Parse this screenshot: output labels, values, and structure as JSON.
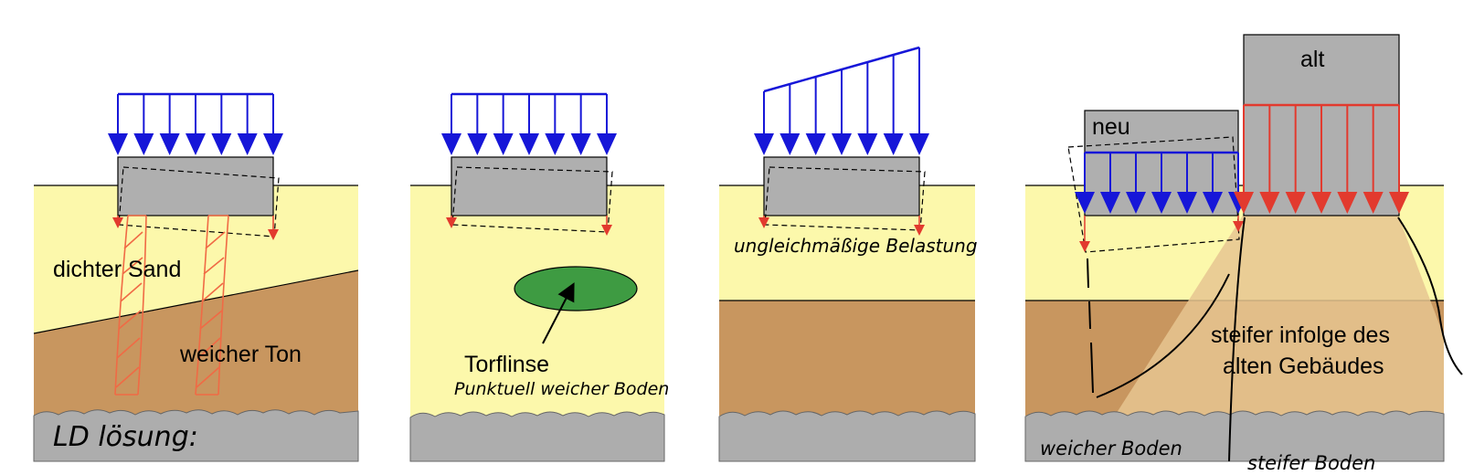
{
  "colors": {
    "sand": "#FCF8AB",
    "clay": "#C8965F",
    "rock": "#ADADAD",
    "foundation": "#AFAFAF",
    "load_blue": "#1616D8",
    "load_red": "#E23A2E",
    "pile_red": "#F06A45",
    "peat": "#3E9B42",
    "stiff_zone": "#E6C690",
    "ink": "#000000"
  },
  "panel1": {
    "label_sand": "dichter Sand",
    "label_clay": "weicher Ton",
    "note_handwritten": "LD lösung:"
  },
  "panel2": {
    "label_peat": "Torflinse",
    "note_handwritten": "Punktuell weicher Boden"
  },
  "panel3": {
    "note_handwritten": "ungleichmäßige Belastung"
  },
  "panel4": {
    "label_new": "neu",
    "label_old": "alt",
    "label_stiff_line1": "steifer infolge des",
    "label_stiff_line2": "alten Gebäudes",
    "note_soft_handwritten": "weicher Boden",
    "note_stiff_handwritten": "steifer Boden"
  }
}
